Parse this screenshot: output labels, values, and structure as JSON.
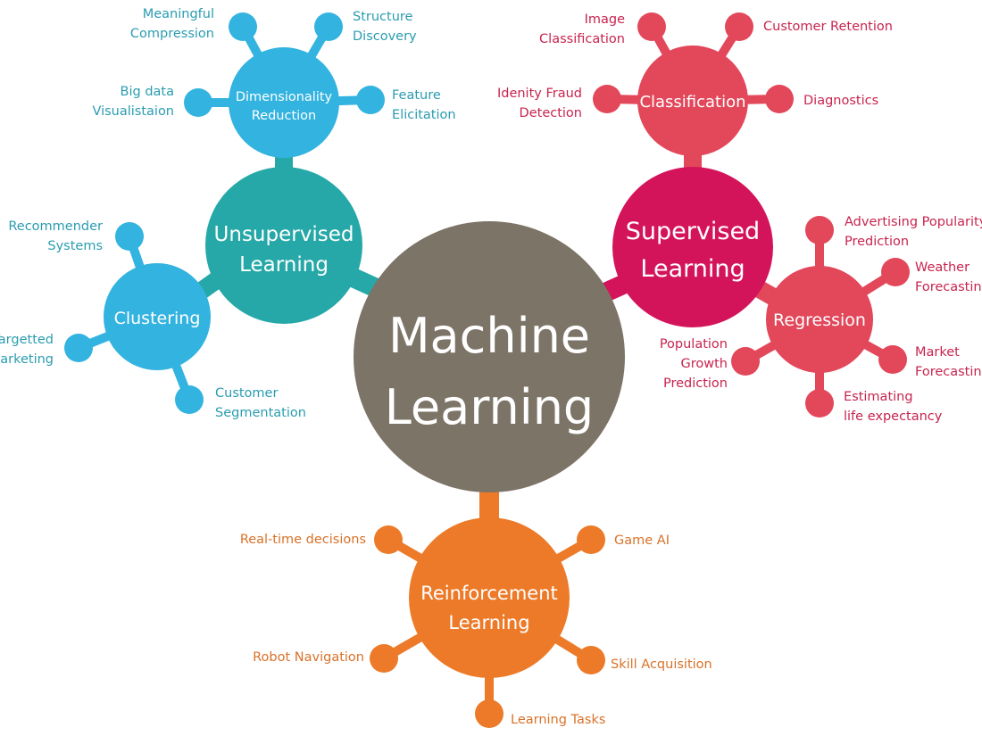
{
  "colors": {
    "center": "#7d7468",
    "unsupervised": "#26a8a8",
    "unsupervised_sub": "#33b3e0",
    "unsupervised_text": "#2a9cb0",
    "supervised": "#d4145a",
    "supervised_sub": "#e2475a",
    "supervised_text": "#c8244f",
    "reinforcement": "#ec7a28",
    "reinforcement_text": "#d9722a"
  },
  "center": {
    "label_line1": "Machine",
    "label_line2": "Learning"
  },
  "unsupervised": {
    "label_line1": "Unsupervised",
    "label_line2": "Learning",
    "dimensionality": {
      "label_line1": "Dimensionality",
      "label_line2": "Reduction",
      "leaves": [
        {
          "line1": "Meaningful",
          "line2": "Compression"
        },
        {
          "line1": "Structure",
          "line2": "Discovery"
        },
        {
          "line1": "Big data",
          "line2": "Visualistaion"
        },
        {
          "line1": "Feature",
          "line2": "Elicitation"
        }
      ]
    },
    "clustering": {
      "label": "Clustering",
      "leaves": [
        {
          "line1": "Recommender",
          "line2": "Systems"
        },
        {
          "line1": "Targetted",
          "line2": "Marketing"
        },
        {
          "line1": "Customer",
          "line2": "Segmentation"
        }
      ]
    }
  },
  "supervised": {
    "label_line1": "Supervised",
    "label_line2": "Learning",
    "classification": {
      "label": "Classification",
      "leaves": [
        {
          "line1": "Image",
          "line2": "Classification"
        },
        {
          "line1": "Customer Retention",
          "line2": ""
        },
        {
          "line1": "Idenity Fraud",
          "line2": "Detection"
        },
        {
          "line1": "Diagnostics",
          "line2": ""
        }
      ]
    },
    "regression": {
      "label": "Regression",
      "leaves": [
        {
          "line1": "Advertising Popularity",
          "line2": "Prediction"
        },
        {
          "line1": "Weather",
          "line2": "Forecasting"
        },
        {
          "line1": "Population",
          "line2": "Growth",
          "line3": "Prediction"
        },
        {
          "line1": "Market",
          "line2": "Forecasting"
        },
        {
          "line1": "Estimating",
          "line2": "life expectancy"
        }
      ]
    }
  },
  "reinforcement": {
    "label_line1": "Reinforcement",
    "label_line2": "Learning",
    "leaves": [
      {
        "line1": "Real-time decisions"
      },
      {
        "line1": "Game AI"
      },
      {
        "line1": "Robot Navigation"
      },
      {
        "line1": "Skill Acquisition"
      },
      {
        "line1": "Learning Tasks"
      }
    ]
  }
}
